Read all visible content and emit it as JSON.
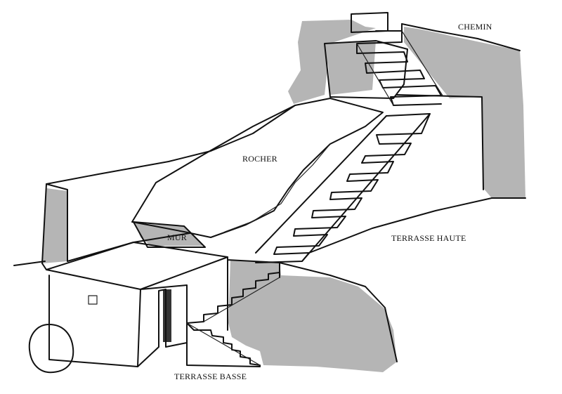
{
  "labels": {
    "chemin": "CHEMIN",
    "rocher": "ROCHER",
    "mur": "MUR",
    "terrasse_haute": "TERRASSE HAUTE",
    "terrasse_basse": "TERRASSE BASSE"
  },
  "colors": {
    "ink": "#111111",
    "shade": "#b5b5b5",
    "paper": "#ffffff"
  }
}
